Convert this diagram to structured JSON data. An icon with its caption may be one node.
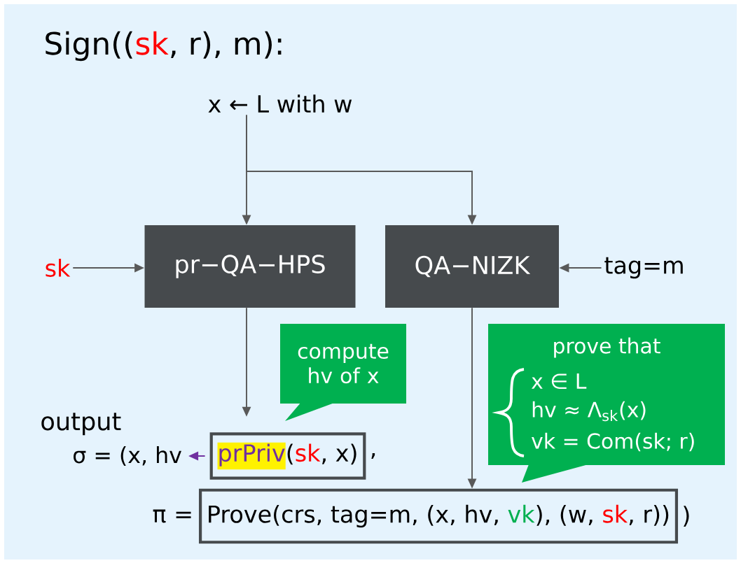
{
  "diagram": {
    "nodes": [
      {
        "text": [
          "x ← L with w"
        ]
      },
      {
        "text": [
          "pr−QA−HPS"
        ]
      },
      {
        "text": [
          "QA−NIZK"
        ]
      },
      {
        "text": [
          "sk"
        ]
      },
      {
        "text": [
          "tag=m"
        ]
      },
      {
        "text": [
          "compute hv of x"
        ]
      },
      {
        "text": [
          "prove that",
          "x ∈ L",
          "hv ≈ Λ$_{sk}$(x)",
          "vk = Com(sk; r)"
        ]
      },
      {
        "text": [
          "prPriv",
          "(",
          "sk",
          ", x)"
        ]
      },
      {
        "text": [
          "Prove(crs, tag=m, (x, hv, ",
          "vk",
          "), (w, ",
          "sk",
          ", r))"
        ]
      },
      {
        "text": [
          "σ = (x, hv"
        ]
      }
    ],
    "edges": [
      {
        "from": 0,
        "to": 1,
        "arrow": "to"
      },
      {
        "from": 0,
        "to": 2,
        "arrow": "to"
      },
      {
        "from": 3,
        "to": 1,
        "arrow": "to"
      },
      {
        "from": 4,
        "to": 2,
        "arrow": "to"
      },
      {
        "from": 1,
        "to": 7,
        "arrow": "to"
      },
      {
        "from": 2,
        "to": 8,
        "arrow": "to"
      },
      {
        "from": 7,
        "to": 9,
        "arrow": "to",
        "color": "#7030a0"
      }
    ],
    "labels": [
      "Sign((",
      "sk",
      ", r), m):",
      "output",
      ",",
      "π =",
      ")"
    ]
  }
}
